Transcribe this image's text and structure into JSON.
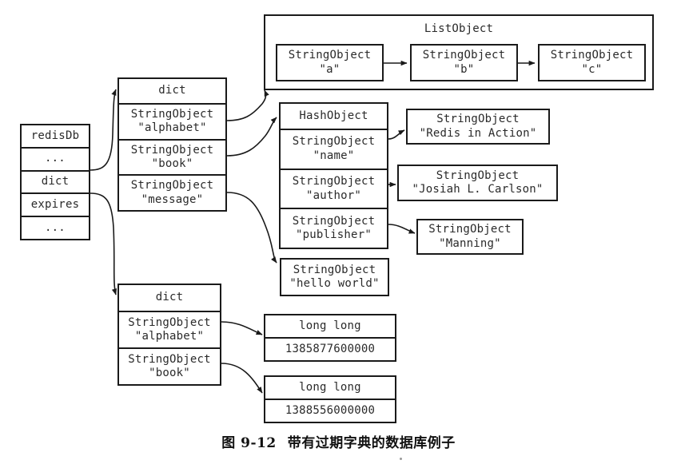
{
  "figure": {
    "caption_number": "图 9-12",
    "caption_text": "带有过期字典的数据库例子"
  },
  "redis_db": {
    "title": "redisDb",
    "rows": [
      {
        "label": "redisDb"
      },
      {
        "label": "..."
      },
      {
        "label": "dict"
      },
      {
        "label": "expires"
      },
      {
        "label": "..."
      }
    ]
  },
  "key_space_dict": {
    "header": "dict",
    "entries": [
      {
        "type": "StringObject",
        "value": "\"alphabet\""
      },
      {
        "type": "StringObject",
        "value": "\"book\""
      },
      {
        "type": "StringObject",
        "value": "\"message\""
      }
    ]
  },
  "list_object": {
    "title": "ListObject",
    "nodes": [
      {
        "type": "StringObject",
        "value": "\"a\""
      },
      {
        "type": "StringObject",
        "value": "\"b\""
      },
      {
        "type": "StringObject",
        "value": "\"c\""
      }
    ]
  },
  "hash_object": {
    "header": "HashObject",
    "fields": [
      {
        "type": "StringObject",
        "value": "\"name\""
      },
      {
        "type": "StringObject",
        "value": "\"author\""
      },
      {
        "type": "StringObject",
        "value": "\"publisher\""
      }
    ]
  },
  "hash_values": {
    "name_value": {
      "type": "StringObject",
      "value": "\"Redis in Action\""
    },
    "author_value": {
      "type": "StringObject",
      "value": "\"Josiah L. Carlson\""
    },
    "publisher_value": {
      "type": "StringObject",
      "value": "\"Manning\""
    }
  },
  "message_value": {
    "type": "StringObject",
    "value": "\"hello world\""
  },
  "expires_dict": {
    "header": "dict",
    "entries": [
      {
        "type": "StringObject",
        "value": "\"alphabet\""
      },
      {
        "type": "StringObject",
        "value": "\"book\""
      }
    ]
  },
  "expire_values": [
    {
      "type": "long long",
      "value": "1385877600000"
    },
    {
      "type": "long long",
      "value": "1388556000000"
    }
  ],
  "colors": {
    "stroke": "#1a1a1a",
    "text": "#2a2a2a",
    "background": "#ffffff"
  }
}
